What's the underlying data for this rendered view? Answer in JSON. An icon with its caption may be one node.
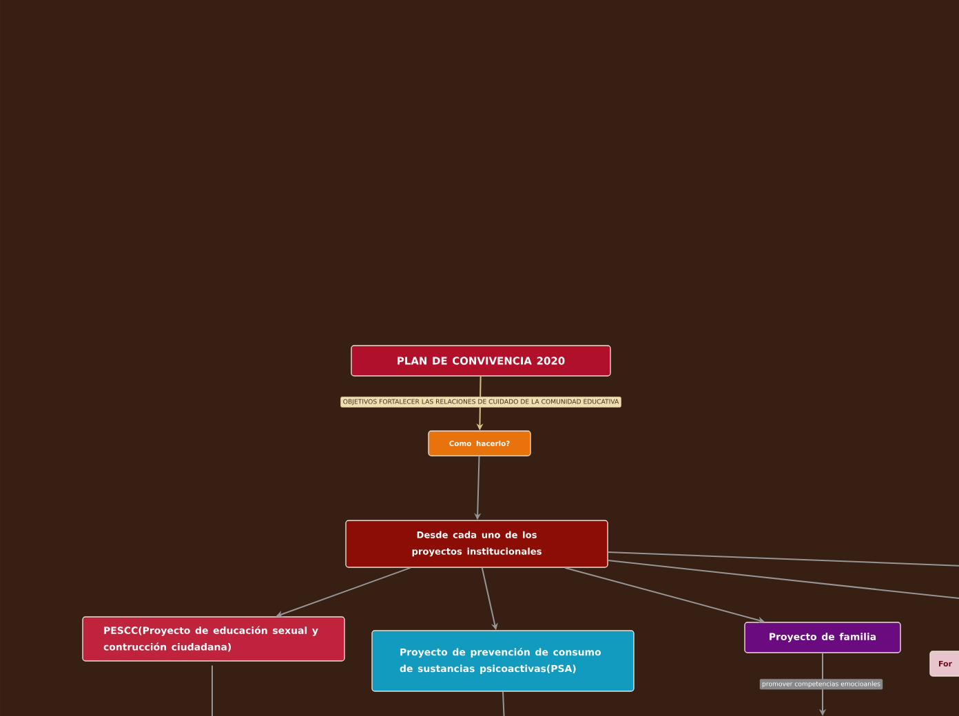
{
  "diagram": {
    "nodes": [
      {
        "text": [
          "PLAN DE CONVIVENCIA 2020"
        ]
      },
      {
        "text": [
          "Como hacerlo?"
        ]
      },
      {
        "text": [
          "Desde cada uno de los proyectos institucionales"
        ]
      },
      {
        "text": [
          "PESCC(Proyecto de educación sexual y contrucción ciudadana)"
        ]
      },
      {
        "text": [
          "Proyecto de prevención de consumo de sustancias psicoactivas(PSA)"
        ]
      },
      {
        "text": [
          "Proyecto de familia"
        ]
      },
      {
        "text": [
          "For"
        ]
      }
    ],
    "edges": [
      {
        "from": 0,
        "to": 1,
        "arrow": "to",
        "label": "OBJETIVOS FORTALECER LAS RELACIONES  DE CUIDADO DE LA COMUNIDAD EDUCATIVA",
        "color": "#d8c08c"
      },
      {
        "from": 1,
        "to": 2,
        "arrow": "to"
      },
      {
        "from": 2,
        "to": 3,
        "arrow": "to"
      },
      {
        "from": 2,
        "to": 4,
        "arrow": "to"
      },
      {
        "from": 2,
        "to": 5,
        "arrow": "to"
      },
      {
        "from": 2,
        "to": null,
        "arrow": "none"
      },
      {
        "from": 2,
        "to": null,
        "arrow": "none"
      },
      {
        "from": 3,
        "to": null,
        "arrow": "none"
      },
      {
        "from": 4,
        "to": null,
        "arrow": "none"
      },
      {
        "from": 5,
        "to": null,
        "arrow": "to",
        "label": "promover competencias emocioanles"
      }
    ]
  }
}
